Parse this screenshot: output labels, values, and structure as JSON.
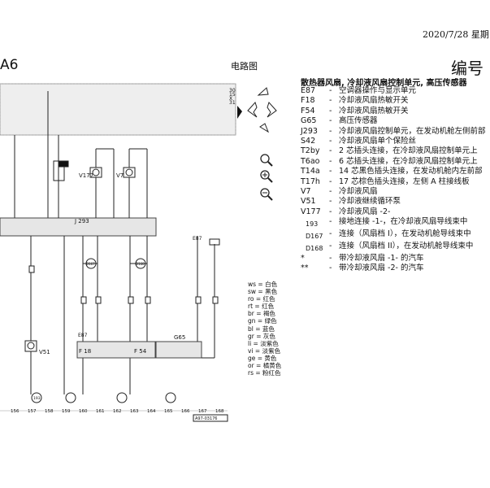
{
  "header": {
    "date": "2020/7/28 星期",
    "model": "A6",
    "page_kind": "电路图",
    "number_label": "编号"
  },
  "legend": {
    "title": "散热器风扇, 冷却液风扇控制单元, 高压传感器",
    "items": [
      {
        "code": "E87",
        "desc": "空调器操作与显示单元"
      },
      {
        "code": "F18",
        "desc": "冷却液风扇热敏开关"
      },
      {
        "code": "F54",
        "desc": "冷却液风扇热敏开关"
      },
      {
        "code": "G65",
        "desc": "高压传感器"
      },
      {
        "code": "J293",
        "desc": "冷却液风扇控制单元，在发动机舱左侧前部"
      },
      {
        "code": "S42",
        "desc": "冷却液风扇单个保险丝"
      },
      {
        "code": "T2by",
        "desc": "2 芯插头连接，在冷却液风扇控制单元上"
      },
      {
        "code": "T6ao",
        "desc": "6 芯插头连接，在冷却液风扇控制单元上"
      },
      {
        "code": "T14a",
        "desc": "14 芯黑色插头连接，在发动机舱内左前部"
      },
      {
        "code": "T17h",
        "desc": "17 芯棕色插头连接，左侧 A 柱接线板"
      },
      {
        "code": "V7",
        "desc": "冷却液风扇"
      },
      {
        "code": "V51",
        "desc": "冷却液继续循环泵"
      },
      {
        "code": "V177",
        "desc": "冷却液风扇 -2-"
      },
      {
        "code": "193",
        "desc": "接地连接 -1-，在冷却液风扇导线束中",
        "small": true
      },
      {
        "code": "D167",
        "desc": "连接（风扇档 I），在发动机舱导线束中",
        "small": true
      },
      {
        "code": "D168",
        "desc": "连接（风扇档 II），在发动机舱导线束中",
        "small": true
      },
      {
        "code": "*",
        "desc": "带冷却液风扇 -1- 的汽车"
      },
      {
        "code": "**",
        "desc": "带冷却液风扇 -2- 的汽车"
      }
    ]
  },
  "wire_colors": [
    "ws = 白色",
    "sw = 黑色",
    "ro = 红色",
    "rt = 红色",
    "br = 褐色",
    "gn = 绿色",
    "bl = 蓝色",
    "gr = 灰色",
    "li = 淡紫色",
    "vi = 淡紫色",
    "ge = 黄色",
    "or = 橘黄色",
    "rs = 粉红色"
  ],
  "diagram": {
    "labels": {
      "j293": "J 293",
      "v51": "V51",
      "v7": "V7",
      "v177": "V177",
      "f18": "F 18",
      "f54": "F 54",
      "g65": "G65",
      "e87_top": "E87",
      "e87_mid": "E87",
      "d167": "D167",
      "d168": "D168",
      "ground": "193",
      "ref": "A97-03176"
    },
    "rails": [
      "30",
      "15",
      "X",
      "31"
    ],
    "track_numbers": [
      "156",
      "157",
      "158",
      "159",
      "160",
      "161",
      "162",
      "163",
      "164",
      "165",
      "166",
      "167",
      "168"
    ]
  },
  "nav_icons": [
    "play-icon",
    "pan-up-icon",
    "pan-left-icon",
    "pan-right-icon",
    "pan-down-icon",
    "zoom-fit-icon",
    "zoom-in-icon",
    "zoom-out-icon"
  ]
}
